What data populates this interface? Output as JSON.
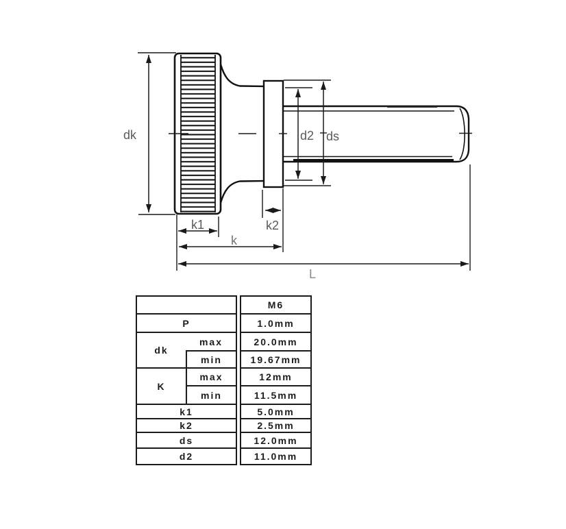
{
  "diagram": {
    "labels": {
      "dk": "dk",
      "d2": "d2",
      "ds": "ds",
      "k1": "k1",
      "k2": "k2",
      "k": "k",
      "L": "L"
    }
  },
  "spec_table": {
    "size_header": "M6",
    "pitch": {
      "label": "P",
      "value": "1.0mm"
    },
    "dk": {
      "label": "dk",
      "max_label": "max",
      "max_value": "20.0mm",
      "min_label": "min",
      "min_value": "19.67mm"
    },
    "K": {
      "label": "K",
      "max_label": "max",
      "max_value": "12mm",
      "min_label": "min",
      "min_value": "11.5mm"
    },
    "k1": {
      "label": "k1",
      "value": "5.0mm"
    },
    "k2": {
      "label": "k2",
      "value": "2.5mm"
    },
    "ds": {
      "label": "ds",
      "value": "12.0mm"
    },
    "d2": {
      "label": "d2",
      "value": "11.0mm"
    }
  }
}
